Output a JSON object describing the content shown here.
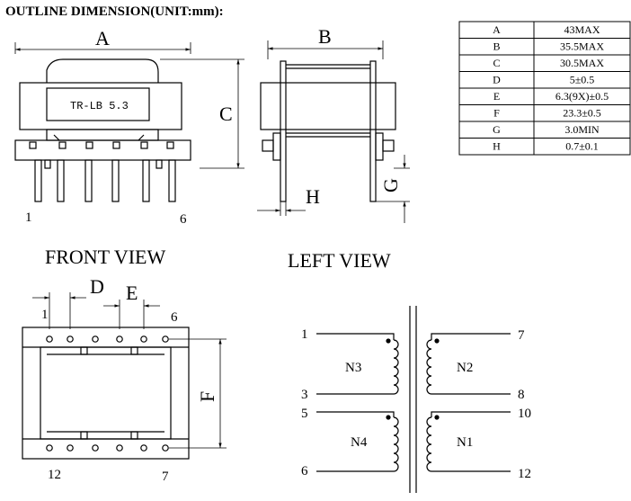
{
  "header": {
    "title": "OUTLINE DIMENSION(UNIT:mm):"
  },
  "front": {
    "dim_a": "A",
    "dim_c": "C",
    "dim_h": "H",
    "label_plate": "TR-LB 5.3",
    "pin_left": "1",
    "pin_right": "6",
    "view_label": "FRONT VIEW"
  },
  "left": {
    "dim_b": "B",
    "dim_g": "G",
    "view_label": "LEFT VIEW"
  },
  "bottom": {
    "dim_d": "D",
    "dim_e": "E",
    "dim_f": "F",
    "pin_tl": "1",
    "pin_tr": "6",
    "pin_bl": "12",
    "pin_br": "7"
  },
  "schematic": {
    "pins": {
      "p1": "1",
      "p3": "3",
      "p5": "5",
      "p6": "6",
      "p7": "7",
      "p8": "8",
      "p10": "10",
      "p12": "12"
    },
    "windings": {
      "n1": "N1",
      "n2": "N2",
      "n3": "N3",
      "n4": "N4"
    }
  },
  "dim_table": {
    "rows": [
      {
        "key": "A",
        "value": "43MAX"
      },
      {
        "key": "B",
        "value": "35.5MAX"
      },
      {
        "key": "C",
        "value": "30.5MAX"
      },
      {
        "key": "D",
        "value": "5±0.5"
      },
      {
        "key": "E",
        "value": "6.3(9X)±0.5"
      },
      {
        "key": "F",
        "value": "23.3±0.5"
      },
      {
        "key": "G",
        "value": "3.0MIN"
      },
      {
        "key": "H",
        "value": "0.7±0.1"
      }
    ]
  }
}
